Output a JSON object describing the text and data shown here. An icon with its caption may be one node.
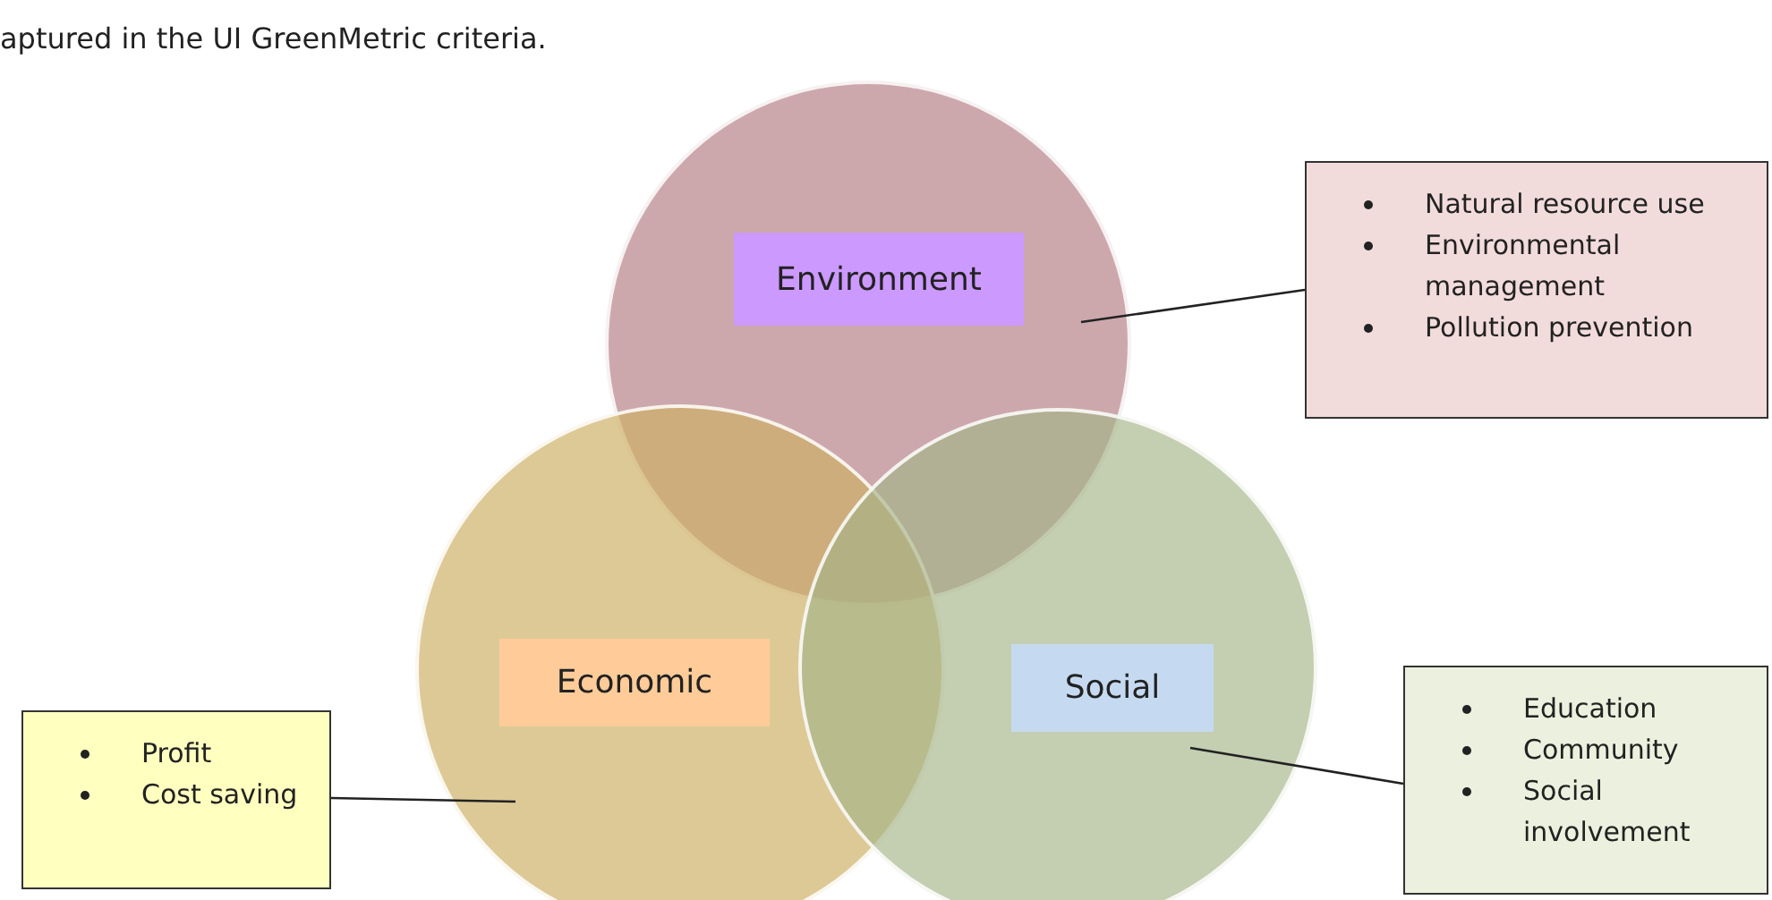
{
  "diagram": {
    "nodes": [
      {
        "text": [],
        "shape": "circle"
      },
      {
        "text": [
          "Environment"
        ],
        "in": 0
      },
      {
        "text": [],
        "shape": "circle"
      },
      {
        "text": [
          "Economic"
        ],
        "in": 2
      },
      {
        "text": [],
        "shape": "circle"
      },
      {
        "text": [
          "Social"
        ],
        "in": 4
      },
      {
        "text": [
          "Natural resource use",
          "Environmental management",
          "Pollution prevention"
        ]
      },
      {
        "text": [
          "Profit",
          "Cost saving"
        ]
      },
      {
        "text": [
          "Education",
          "Community",
          "Social involvement"
        ]
      }
    ],
    "edges": [
      {
        "from": 6,
        "to": 0,
        "arrow": "none"
      },
      {
        "from": 7,
        "to": 2,
        "arrow": "none"
      },
      {
        "from": 8,
        "to": 4,
        "arrow": "none"
      }
    ],
    "labels": [
      "aptured in the UI GreenMetric criteria."
    ]
  }
}
